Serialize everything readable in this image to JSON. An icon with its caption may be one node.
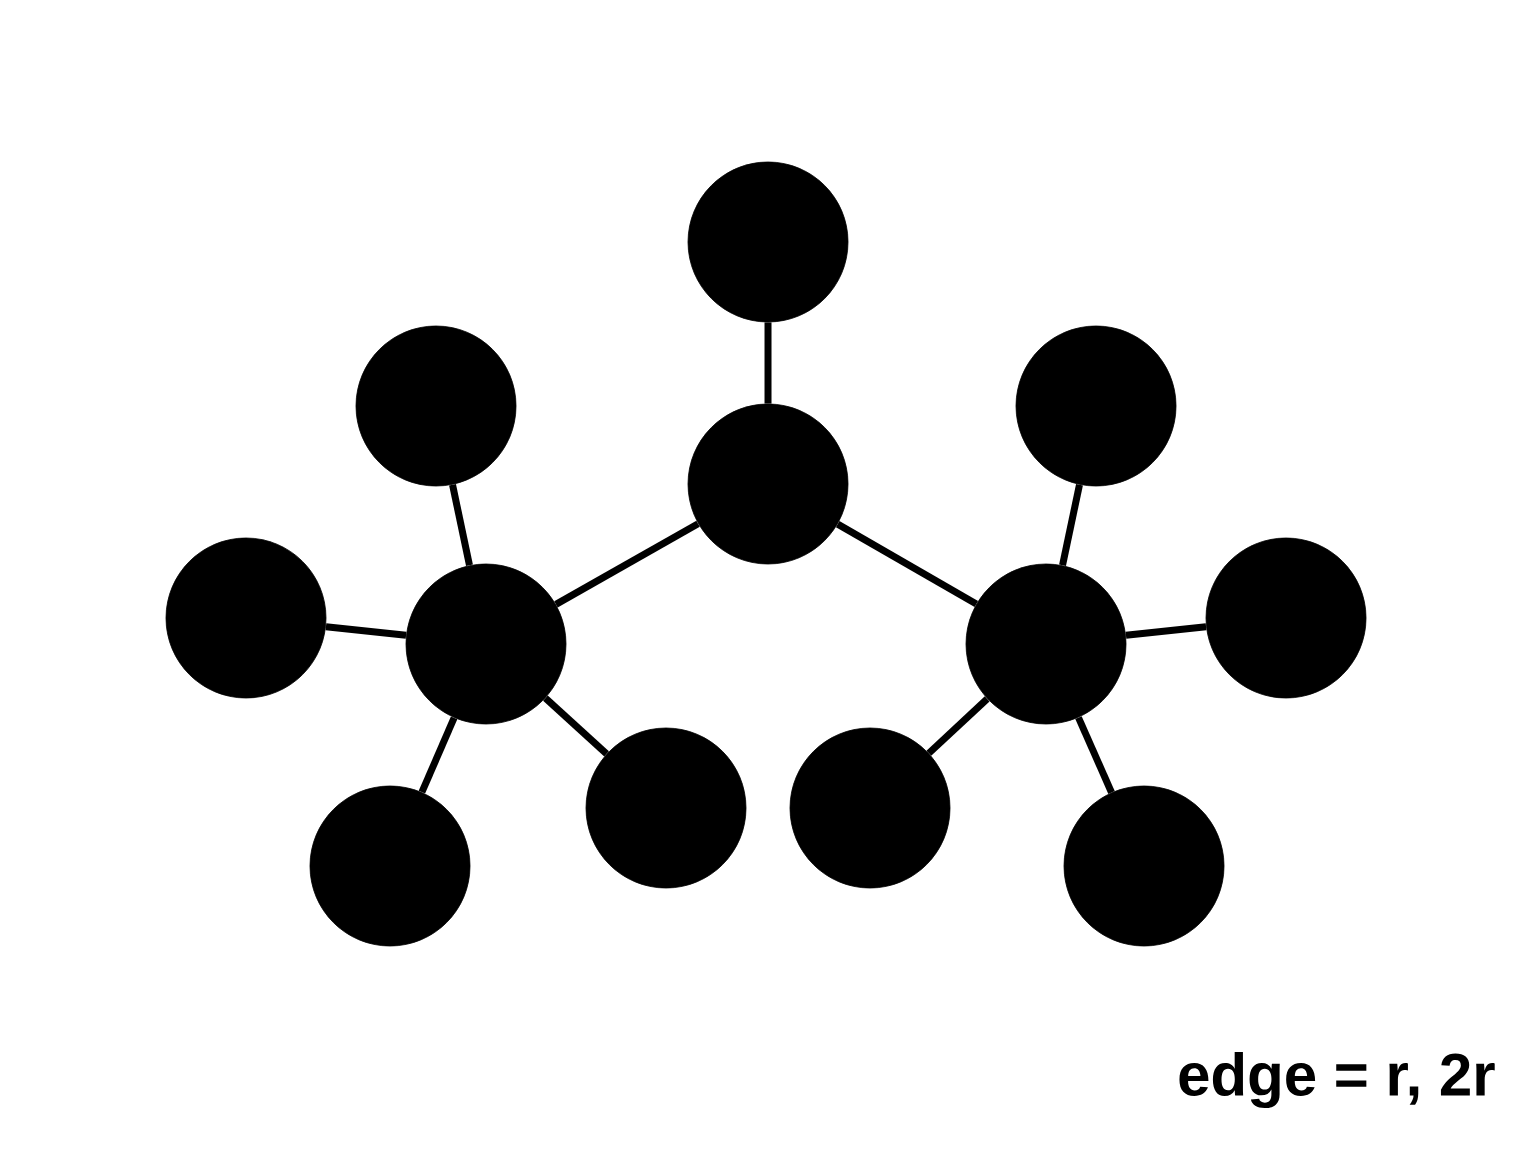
{
  "diagram": {
    "nodes": [
      {
        "text": [],
        "shape": "circle"
      },
      {
        "text": [],
        "shape": "circle"
      },
      {
        "text": [],
        "shape": "circle"
      },
      {
        "text": [],
        "shape": "circle"
      },
      {
        "text": [],
        "shape": "circle"
      },
      {
        "text": [],
        "shape": "circle"
      },
      {
        "text": [],
        "shape": "circle"
      },
      {
        "text": [],
        "shape": "circle"
      },
      {
        "text": [],
        "shape": "circle"
      },
      {
        "text": [],
        "shape": "circle"
      },
      {
        "text": [],
        "shape": "circle"
      },
      {
        "text": [],
        "shape": "circle"
      }
    ],
    "edges": [
      {
        "from": 0,
        "to": 3,
        "arrow": "none"
      },
      {
        "from": 3,
        "to": 6,
        "arrow": "none"
      },
      {
        "from": 3,
        "to": 7,
        "arrow": "none"
      },
      {
        "from": 6,
        "to": 1,
        "arrow": "none"
      },
      {
        "from": 6,
        "to": 4,
        "arrow": "none"
      },
      {
        "from": 6,
        "to": 10,
        "arrow": "none"
      },
      {
        "from": 6,
        "to": 8,
        "arrow": "none"
      },
      {
        "from": 7,
        "to": 2,
        "arrow": "none"
      },
      {
        "from": 7,
        "to": 5,
        "arrow": "none"
      },
      {
        "from": 7,
        "to": 9,
        "arrow": "none"
      },
      {
        "from": 7,
        "to": 11,
        "arrow": "none"
      }
    ],
    "labels": [
      "edge = r, 2r"
    ]
  }
}
